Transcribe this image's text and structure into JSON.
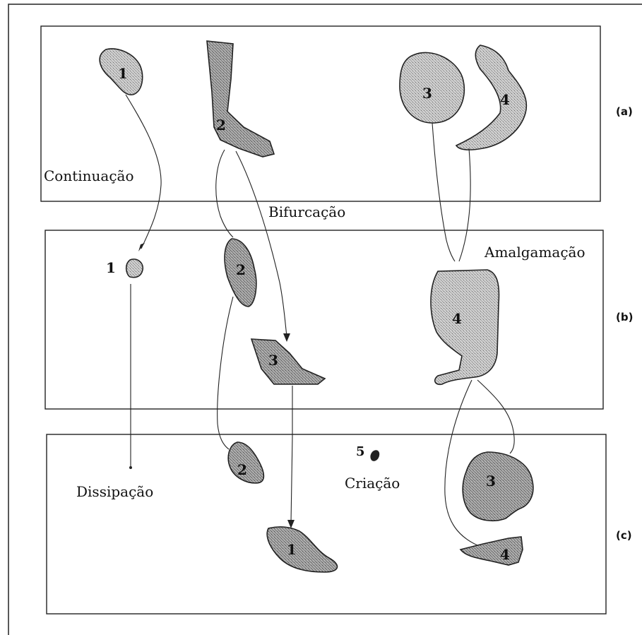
{
  "panels": {
    "a": {
      "tag": "(a)"
    },
    "b": {
      "tag": "(b)"
    },
    "c": {
      "tag": "(c)"
    }
  },
  "labels": {
    "continuation": "Continuação",
    "bifurcation": "Bifurcação",
    "amalgamation": "Amalgamação",
    "dissipation": "Dissipação",
    "creation": "Criação"
  },
  "cells": {
    "a1": "1",
    "a2": "2",
    "a3": "3",
    "a4": "4",
    "b1": "1",
    "b2": "2",
    "b3": "3",
    "b4": "4",
    "c1": "1",
    "c2": "2",
    "c3": "3",
    "c4": "4",
    "c5": "5"
  },
  "colors": {
    "outline": "#222222",
    "cell_fill": "#bdbdbd",
    "cell_fill_dark": "#a6a6a6"
  }
}
